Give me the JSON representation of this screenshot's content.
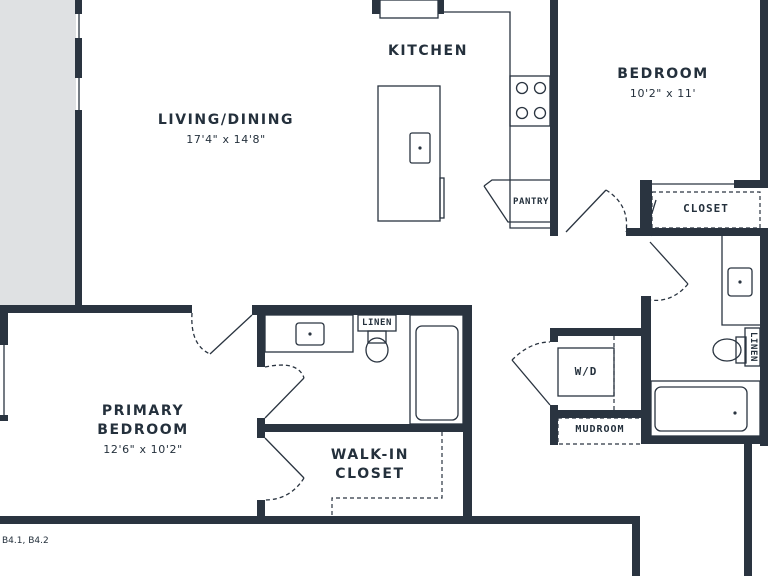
{
  "colors": {
    "wall": "#2a3440",
    "line": "#2a3440",
    "exterior_fill": "#dfe1e3",
    "background": "#ffffff"
  },
  "rooms": {
    "kitchen": {
      "name": "KITCHEN"
    },
    "living_dining": {
      "name": "LIVING/DINING",
      "dimensions": "17'4\" x 14'8\""
    },
    "bedroom": {
      "name": "BEDROOM",
      "dimensions": "10'2\" x 11'"
    },
    "primary_bedroom": {
      "name_line1": "PRIMARY",
      "name_line2": "BEDROOM",
      "dimensions": "12'6\" x 10'2\""
    },
    "walk_in_closet": {
      "name_line1": "WALK-IN",
      "name_line2": "CLOSET"
    }
  },
  "labels": {
    "pantry": "PANTRY",
    "closet": "CLOSET",
    "linen_primary": "LINEN",
    "linen_bath": "LINEN",
    "washer_dryer": "W/D",
    "mudroom": "MUDROOM"
  },
  "plan_code": "B4.1, B4.2"
}
